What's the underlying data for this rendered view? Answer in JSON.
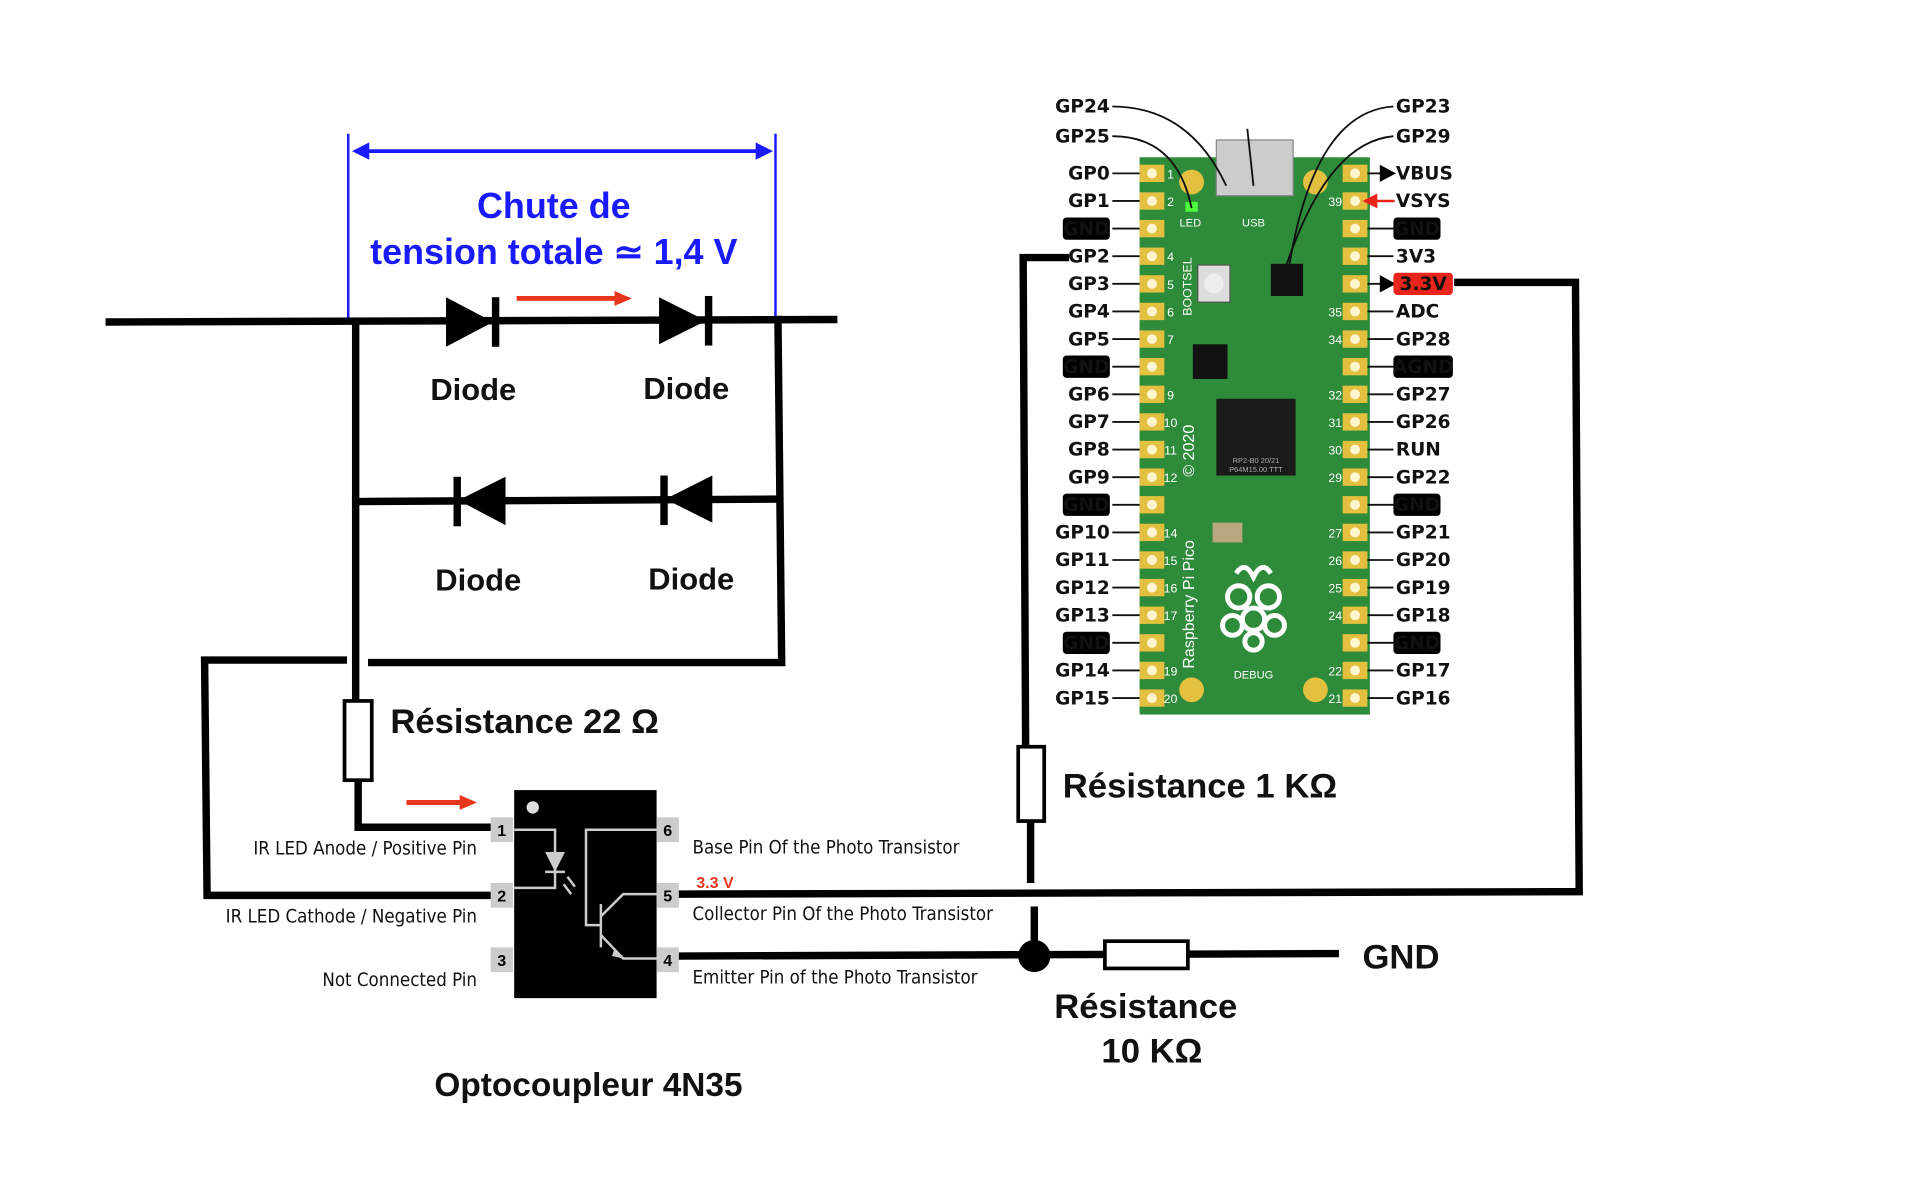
{
  "colors": {
    "dimension": "#1a1aff",
    "current_arrow": "#e8361c",
    "board": "#2e8b3a",
    "pad": "#e3c040",
    "vsys": "#e8241c",
    "label_box": "#000000"
  },
  "dimension": {
    "line1": "Chute de",
    "line2": "tension totale ≃ 1,4 V"
  },
  "diodes": [
    "Diode",
    "Diode",
    "Diode",
    "Diode"
  ],
  "resistors": {
    "r22": "Résistance 22 Ω",
    "r1k": "Résistance 1 KΩ",
    "r10k_line1": "Résistance",
    "r10k_line2": "10 KΩ"
  },
  "gnd_label": "GND",
  "optocoupler": {
    "title": "Optocoupleur 4N35",
    "pins": [
      "1",
      "2",
      "3",
      "4",
      "5",
      "6"
    ],
    "pin1": "IR LED Anode / Positive Pin",
    "pin2": "IR LED Cathode /  Negative Pin",
    "pin3": "Not Connected Pin",
    "pin4": "Emitter Pin of the Photo Transistor",
    "pin5": "Collector Pin Of the Photo Transistor",
    "pin6": "Base Pin Of the Photo Transistor",
    "voltage": "3.3 V"
  },
  "pico": {
    "top_left": [
      "GP24",
      "GP25"
    ],
    "top_right": [
      "GP23",
      "GP29"
    ],
    "left": [
      {
        "t": "GP0",
        "n": "1"
      },
      {
        "t": "GP1",
        "n": "2"
      },
      {
        "t": "GND",
        "box": true
      },
      {
        "t": "GP2",
        "n": "4"
      },
      {
        "t": "GP3",
        "n": "5"
      },
      {
        "t": "GP4",
        "n": "6"
      },
      {
        "t": "GP5",
        "n": "7"
      },
      {
        "t": "GND",
        "box": true
      },
      {
        "t": "GP6",
        "n": "9"
      },
      {
        "t": "GP7",
        "n": "10"
      },
      {
        "t": "GP8",
        "n": "11"
      },
      {
        "t": "GP9",
        "n": "12"
      },
      {
        "t": "GND",
        "box": true
      },
      {
        "t": "GP10",
        "n": "14"
      },
      {
        "t": "GP11",
        "n": "15"
      },
      {
        "t": "GP12",
        "n": "16"
      },
      {
        "t": "GP13",
        "n": "17"
      },
      {
        "t": "GND",
        "box": true
      },
      {
        "t": "GP14",
        "n": "19"
      },
      {
        "t": "GP15",
        "n": "20"
      }
    ],
    "right": [
      {
        "t": "VBUS",
        "arrow": true
      },
      {
        "t": "VSYS",
        "red": true,
        "n": "39"
      },
      {
        "t": "GND",
        "box": true
      },
      {
        "t": "3V3",
        "plain": true
      },
      {
        "t": "3.3V",
        "redbox": true,
        "arrow": true
      },
      {
        "t": "ADC",
        "plain": true,
        "n": "35"
      },
      {
        "t": "GP28",
        "n": "34"
      },
      {
        "t": "AGND",
        "box": true
      },
      {
        "t": "GP27",
        "n": "32"
      },
      {
        "t": "GP26",
        "n": "31"
      },
      {
        "t": "RUN",
        "plain": true,
        "n": "30"
      },
      {
        "t": "GP22",
        "n": "29"
      },
      {
        "t": "GND",
        "box": true
      },
      {
        "t": "GP21",
        "n": "27"
      },
      {
        "t": "GP20",
        "n": "26"
      },
      {
        "t": "GP19",
        "n": "25"
      },
      {
        "t": "GP18",
        "n": "24"
      },
      {
        "t": "GND",
        "box": true
      },
      {
        "t": "GP17",
        "n": "22"
      },
      {
        "t": "GP16",
        "n": "21"
      }
    ],
    "silk": {
      "led": "LED",
      "usb": "USB",
      "bootsel": "BOOTSEL",
      "debug": "DEBUG",
      "copyright": "© 2020",
      "name": "Raspberry Pi Pico",
      "chip1": "RP2-B0  20/21",
      "chip2": "P64M15.00 TTT"
    }
  }
}
